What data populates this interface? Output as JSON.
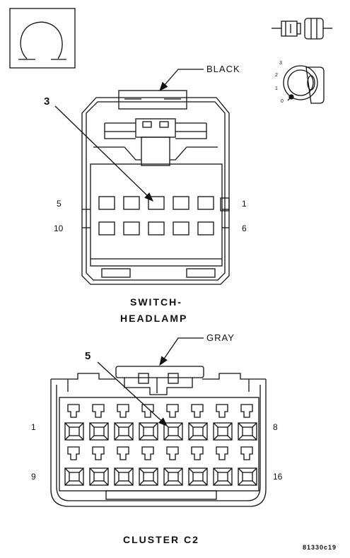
{
  "connectors": [
    {
      "id": "switch-headlamp",
      "name_line1": "SWITCH-",
      "name_line2": "HEADLAMP",
      "color_label": "BLACK",
      "callout": "3",
      "pin_top_left": "5",
      "pin_top_right": "1",
      "pin_bottom_left": "10",
      "pin_bottom_right": "6"
    },
    {
      "id": "cluster-c2",
      "name": "CLUSTER C2",
      "color_label": "GRAY",
      "callout": "5",
      "pin_top_left": "1",
      "pin_top_right": "8",
      "pin_bottom_left": "9",
      "pin_bottom_right": "16"
    }
  ],
  "ignition_icon": {
    "positions": [
      "3",
      "2",
      "1",
      "0"
    ]
  },
  "figure_code": "81330c19",
  "icons": [
    "view-from-terminal-end-icon",
    "connector-plug-icon",
    "ignition-key-icon"
  ]
}
